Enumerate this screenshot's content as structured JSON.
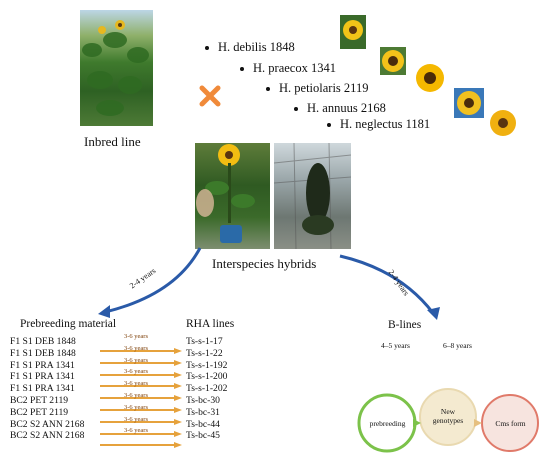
{
  "top": {
    "inbred_label": "Inbred line",
    "species": [
      "H. debilis 1848",
      "H. praecox 1341",
      "H. petiolaris 2119",
      "H. annuus 2168",
      "H. neglectus 1181"
    ]
  },
  "middle": {
    "hybrids_label": "Interspecies hybrids",
    "left_duration": "2-4 years",
    "right_duration": "2-4 years"
  },
  "prebreeding": {
    "header": "Prebreeding material",
    "rha_header": "RHA lines",
    "rows": [
      {
        "material": "F1 S1 DEB 1848",
        "years": "3-6 years",
        "rha": "Ts-s-1-17"
      },
      {
        "material": "F1 S1 DEB 1848",
        "years": "3-6 years",
        "rha": "Ts-s-1-22"
      },
      {
        "material": "F1 S1 PRA 1341",
        "years": "3-6 years",
        "rha": "Ts-s-1-192"
      },
      {
        "material": "F1 S1 PRA 1341",
        "years": "3-6 years",
        "rha": "Ts-s-1-200"
      },
      {
        "material": "F1 S1 PRA 1341",
        "years": "3-6 years",
        "rha": "Ts-s-1-202"
      },
      {
        "material": "BC2 PET 2119",
        "years": "3-6 years",
        "rha": "Ts-bc-30"
      },
      {
        "material": "BC2 PET 2119",
        "years": "3-6 years",
        "rha": "Ts-bc-31"
      },
      {
        "material": "BC2 S2 ANN 2168",
        "years": "3-6 years",
        "rha": "Ts-bc-44"
      },
      {
        "material": "BC2 S2 ANN 2168",
        "years": "3-6 years",
        "rha": "Ts-bc-45"
      }
    ]
  },
  "blines": {
    "header": "B-lines",
    "years_left": "4–5 years",
    "years_right": "6–8 years",
    "stages": [
      "prebreeding",
      "New genotypes",
      "Cms form"
    ],
    "stage_colors": [
      "#7cc24a",
      "#e9d9b0",
      "#e07a6a"
    ]
  },
  "colors": {
    "arrow_blue": "#2a5aa8",
    "orange_arrow": "#e6a23c",
    "cross": "#f08a3a"
  }
}
